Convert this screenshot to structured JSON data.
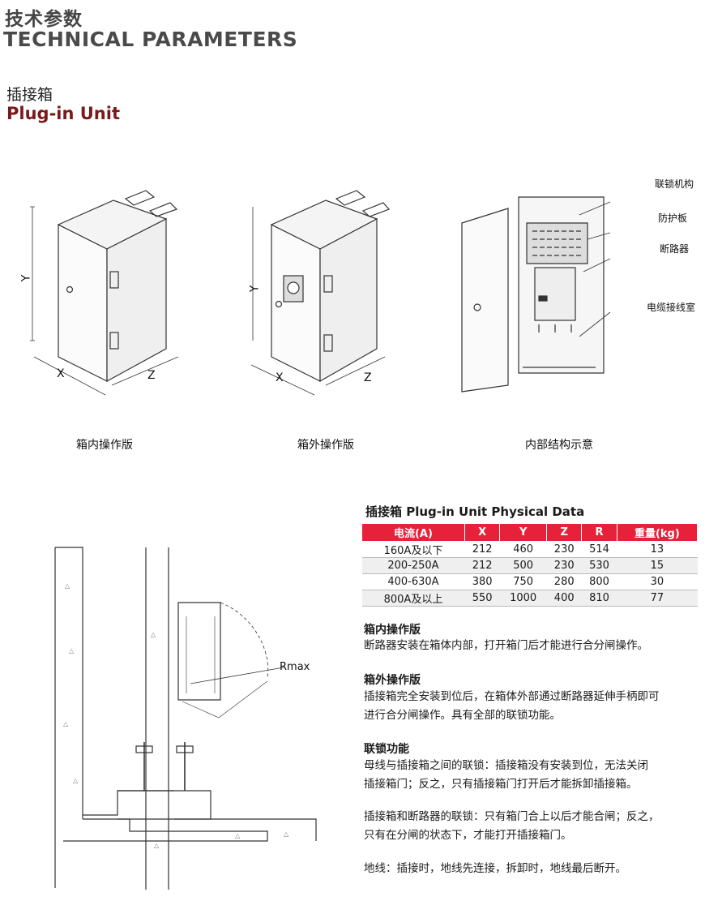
{
  "header": {
    "title_cn": "技术参数",
    "title_en": "TECHNICAL PARAMETERS"
  },
  "section": {
    "title_cn": "插接箱",
    "title_en": "Plug-in Unit"
  },
  "figures": {
    "axis_x": "X",
    "axis_y": "Y",
    "axis_z": "Z",
    "caption_inner": "箱内操作版",
    "caption_outer": "箱外操作版",
    "caption_structure": "内部结构示意",
    "callouts": [
      "联锁机构",
      "防护板",
      "断路器",
      "电缆接线室"
    ],
    "rmax": "Rmax"
  },
  "table": {
    "title": "插接箱 Plug-in Unit Physical Data",
    "headers": [
      "电流(A)",
      "X",
      "Y",
      "Z",
      "R",
      "重量(kg)"
    ],
    "rows": [
      [
        "160A及以下",
        "212",
        "460",
        "230",
        "514",
        "13"
      ],
      [
        "200-250A",
        "212",
        "500",
        "230",
        "530",
        "15"
      ],
      [
        "400-630A",
        "380",
        "750",
        "280",
        "800",
        "30"
      ],
      [
        "800A及以上",
        "550",
        "1000",
        "400",
        "810",
        "77"
      ]
    ]
  },
  "notes": {
    "inner_title": "箱内操作版",
    "inner_text": "断路器安装在箱体内部，打开箱门后才能进行合分闸操作。",
    "outer_title": "箱外操作版",
    "outer_text_1": "插接箱完全安装到位后，在箱体外部通过断路器延伸手柄即可",
    "outer_text_2": "进行合分闸操作。具有全部的联锁功能。",
    "lock_title": "联锁功能",
    "lock_text_1": "母线与插接箱之间的联锁：插接箱没有安装到位，无法关闭",
    "lock_text_2": "插接箱门；反之，只有插接箱门打开后才能拆卸插接箱。",
    "breaker_text_1": "插接箱和断路器的联锁：只有箱门合上以后才能合闸；反之，",
    "breaker_text_2": "只有在分闸的状态下，才能打开插接箱门。",
    "ground_text": "地线：插接时，地线先连接，拆卸时，地线最后断开。"
  },
  "colors": {
    "table_header": "#e8213b",
    "title_en_red": "#7a1a1a"
  }
}
